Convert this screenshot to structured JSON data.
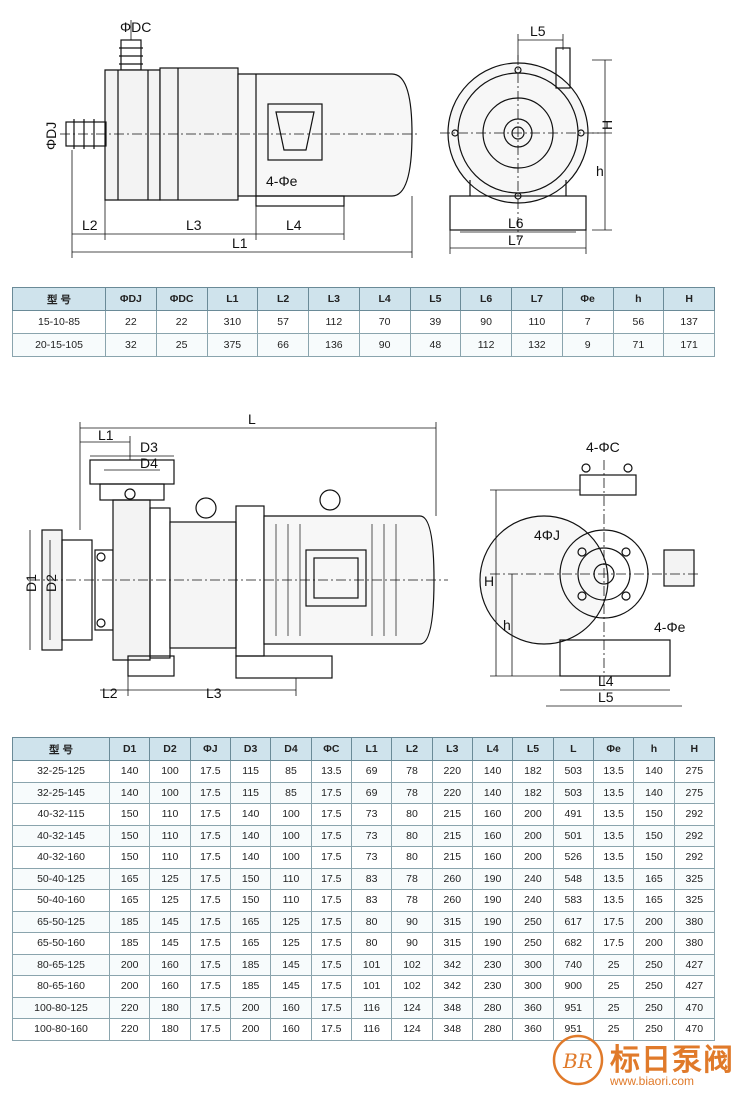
{
  "drawing1": {
    "labels": [
      "ΦDC",
      "ΦDJ",
      "L2",
      "L3",
      "L4",
      "L1",
      "4-Φe",
      "L5",
      "H",
      "h",
      "L6",
      "L7"
    ]
  },
  "table1": {
    "headers": [
      "型 号",
      "ΦDJ",
      "ΦDC",
      "L1",
      "L2",
      "L3",
      "L4",
      "L5",
      "L6",
      "L7",
      "Φe",
      "h",
      "H"
    ],
    "rows": [
      [
        "15-10-85",
        "22",
        "22",
        "310",
        "57",
        "112",
        "70",
        "39",
        "90",
        "110",
        "7",
        "56",
        "137"
      ],
      [
        "20-15-105",
        "32",
        "25",
        "375",
        "66",
        "136",
        "90",
        "48",
        "112",
        "132",
        "9",
        "71",
        "171"
      ]
    ]
  },
  "drawing2": {
    "labels": [
      "L",
      "L1",
      "D3",
      "D4",
      "D1",
      "D2",
      "L2",
      "L3",
      "4-ΦC",
      "4ΦJ",
      "H",
      "h",
      "4-Φe",
      "L4",
      "L5"
    ]
  },
  "table2": {
    "headers": [
      "型 号",
      "D1",
      "D2",
      "ΦJ",
      "D3",
      "D4",
      "ΦC",
      "L1",
      "L2",
      "L3",
      "L4",
      "L5",
      "L",
      "Φe",
      "h",
      "H"
    ],
    "rows": [
      [
        "32-25-125",
        "140",
        "100",
        "17.5",
        "115",
        "85",
        "13.5",
        "69",
        "78",
        "220",
        "140",
        "182",
        "503",
        "13.5",
        "140",
        "275"
      ],
      [
        "32-25-145",
        "140",
        "100",
        "17.5",
        "115",
        "85",
        "17.5",
        "69",
        "78",
        "220",
        "140",
        "182",
        "503",
        "13.5",
        "140",
        "275"
      ],
      [
        "40-32-115",
        "150",
        "110",
        "17.5",
        "140",
        "100",
        "17.5",
        "73",
        "80",
        "215",
        "160",
        "200",
        "491",
        "13.5",
        "150",
        "292"
      ],
      [
        "40-32-145",
        "150",
        "110",
        "17.5",
        "140",
        "100",
        "17.5",
        "73",
        "80",
        "215",
        "160",
        "200",
        "501",
        "13.5",
        "150",
        "292"
      ],
      [
        "40-32-160",
        "150",
        "110",
        "17.5",
        "140",
        "100",
        "17.5",
        "73",
        "80",
        "215",
        "160",
        "200",
        "526",
        "13.5",
        "150",
        "292"
      ],
      [
        "50-40-125",
        "165",
        "125",
        "17.5",
        "150",
        "110",
        "17.5",
        "83",
        "78",
        "260",
        "190",
        "240",
        "548",
        "13.5",
        "165",
        "325"
      ],
      [
        "50-40-160",
        "165",
        "125",
        "17.5",
        "150",
        "110",
        "17.5",
        "83",
        "78",
        "260",
        "190",
        "240",
        "583",
        "13.5",
        "165",
        "325"
      ],
      [
        "65-50-125",
        "185",
        "145",
        "17.5",
        "165",
        "125",
        "17.5",
        "80",
        "90",
        "315",
        "190",
        "250",
        "617",
        "17.5",
        "200",
        "380"
      ],
      [
        "65-50-160",
        "185",
        "145",
        "17.5",
        "165",
        "125",
        "17.5",
        "80",
        "90",
        "315",
        "190",
        "250",
        "682",
        "17.5",
        "200",
        "380"
      ],
      [
        "80-65-125",
        "200",
        "160",
        "17.5",
        "185",
        "145",
        "17.5",
        "101",
        "102",
        "342",
        "230",
        "300",
        "740",
        "25",
        "250",
        "427"
      ],
      [
        "80-65-160",
        "200",
        "160",
        "17.5",
        "185",
        "145",
        "17.5",
        "101",
        "102",
        "342",
        "230",
        "300",
        "900",
        "25",
        "250",
        "427"
      ],
      [
        "100-80-125",
        "220",
        "180",
        "17.5",
        "200",
        "160",
        "17.5",
        "116",
        "124",
        "348",
        "280",
        "360",
        "951",
        "25",
        "250",
        "470"
      ],
      [
        "100-80-160",
        "220",
        "180",
        "17.5",
        "200",
        "160",
        "17.5",
        "116",
        "124",
        "348",
        "280",
        "360",
        "951",
        "25",
        "250",
        "470"
      ]
    ]
  },
  "watermark": {
    "logo": "BR",
    "brand": "标日泵阀",
    "url": "www.biaori.com",
    "color": "#e07a2a"
  }
}
